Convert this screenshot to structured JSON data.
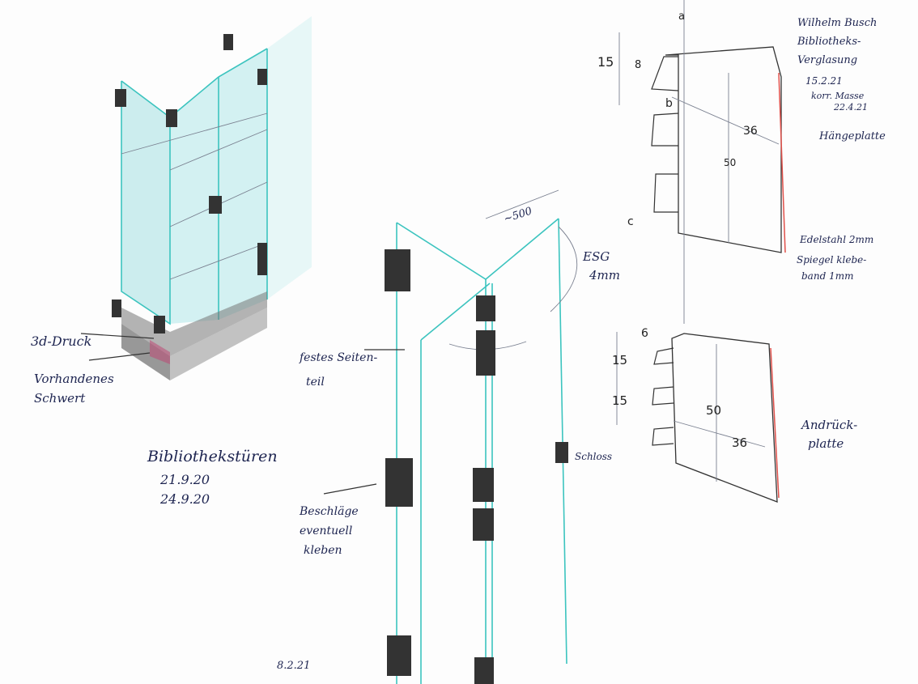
{
  "left_sketch": {
    "label_3d_print": "3d-Druck",
    "label_existing": [
      "Vorhandenes",
      "Schwert"
    ],
    "title": "Bibliothekstüren",
    "dates": [
      "21.9.20",
      "24.9.20"
    ]
  },
  "middle_sketch": {
    "dimension_width": "~500",
    "glass_spec": [
      "ESG",
      "4mm"
    ],
    "fixed_side": [
      "festes Seiten-",
      "teil"
    ],
    "fittings_note": [
      "Beschläge",
      "eventuell",
      "kleben"
    ],
    "lock": "Schloss",
    "date": "8.2.21"
  },
  "right_sketch": {
    "project": [
      "Wilhelm Busch",
      "Bibliotheks-",
      "Verglasung"
    ],
    "dates": [
      "15.2.21",
      "korr. Masse",
      "22.4.21"
    ],
    "hanging_plate": "Hängeplatte",
    "steel": "Edelstahl 2mm",
    "mirror_tape": [
      "Spiegel klebe-",
      "band 1mm"
    ],
    "pressure_plate": [
      "Andrück-",
      "platte"
    ],
    "upper_dims": {
      "a": "a",
      "d15": "15",
      "d8": "8",
      "b": "b",
      "d36": "36",
      "d50": "50",
      "c": "c"
    },
    "lower_dims": {
      "d6": "6",
      "d15a": "15",
      "d15b": "15",
      "d50": "50",
      "d36": "36"
    }
  },
  "colors": {
    "glass": "#bfe8ea",
    "ink": "#1d2450",
    "accent_red": "#e0504a"
  }
}
